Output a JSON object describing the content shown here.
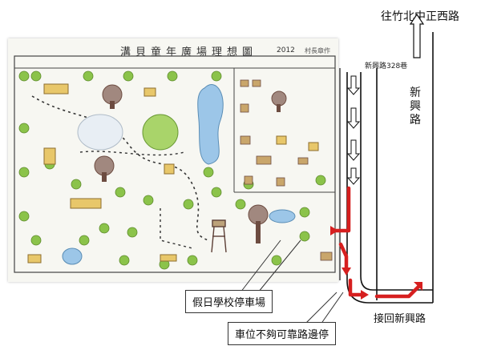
{
  "map": {
    "title": "溝貝童年廣場理想圖",
    "year": "2012",
    "author": "村長章作",
    "road_number_label": "新興路328巷",
    "top_direction_label": "往竹北中正西路",
    "road_vertical_label": "新興路",
    "return_label": "接回新興路",
    "callouts": {
      "holiday_parking": "假日學校停車場",
      "street_parking": "車位不夠可靠路邊停"
    },
    "colors": {
      "route_arrow": "#d61f1f",
      "road_line": "#111111",
      "tree_green": "#8bc34a",
      "water_blue": "#9cc6e8",
      "path_dark": "#333333"
    }
  }
}
